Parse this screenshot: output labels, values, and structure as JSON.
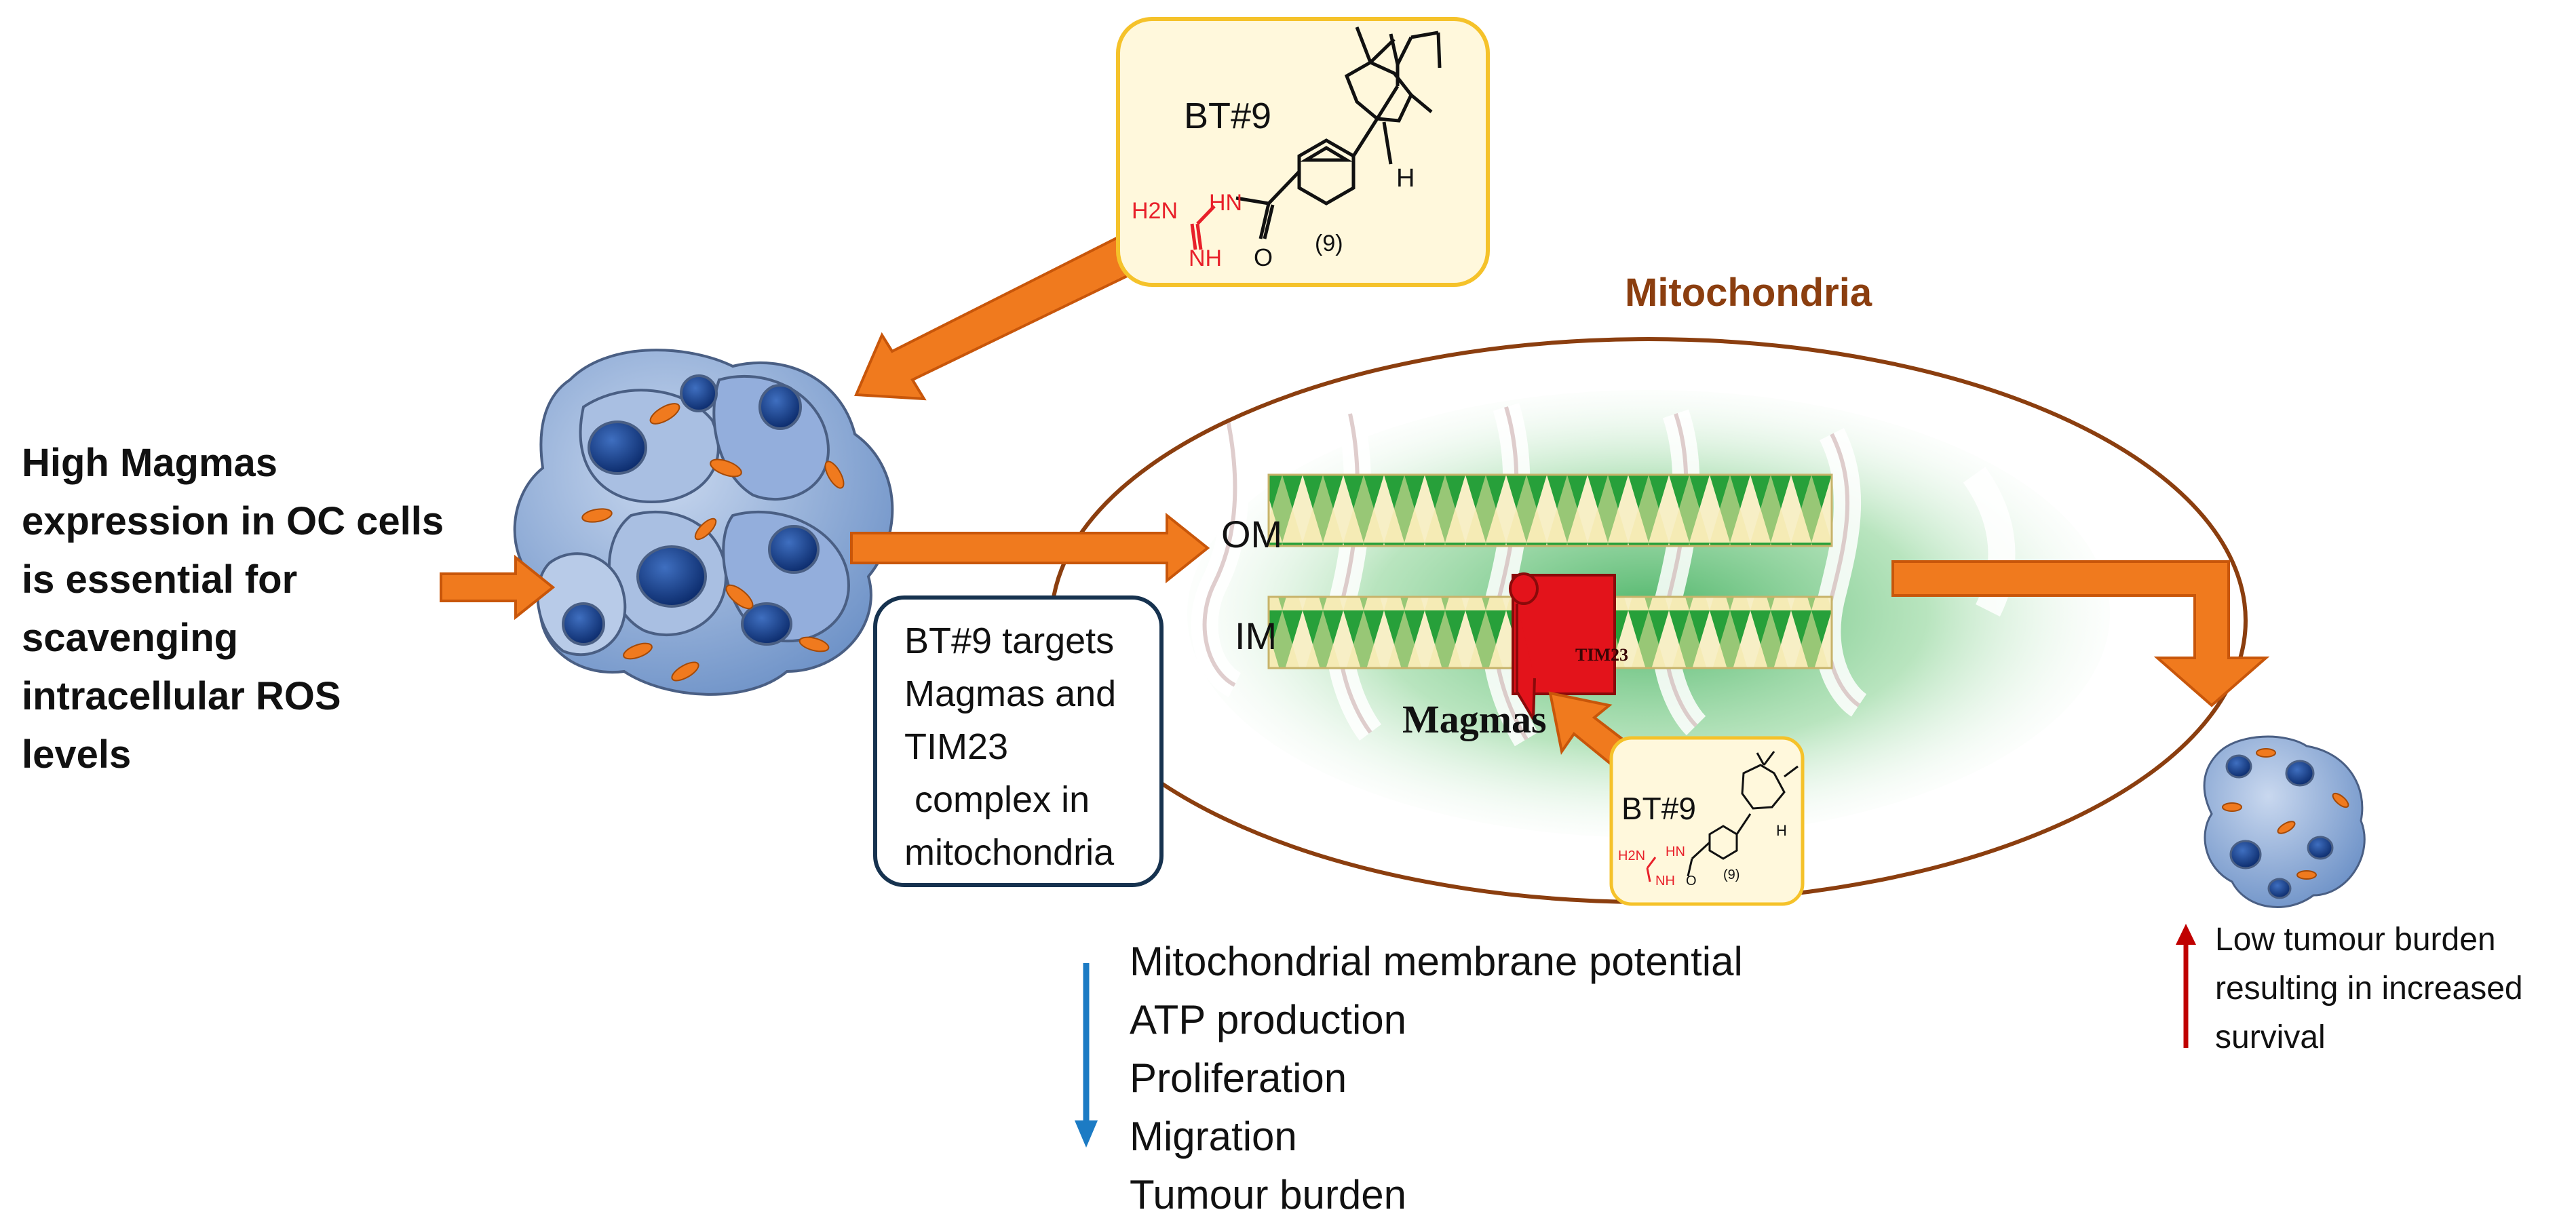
{
  "left_text": [
    "High Magmas",
    "expression in OC cells",
    "is essential for",
    "scavenging",
    "intracellular ROS",
    "levels"
  ],
  "drug_label": "BT#9",
  "compound_number": "(9)",
  "atom_labels": {
    "h2n": "H2N",
    "hn": "HN",
    "nh": "NH",
    "o": "O",
    "h": "H"
  },
  "mito_title": "Mitochondria",
  "membrane_labels": {
    "outer": "OM",
    "inner": "IM"
  },
  "tim23": "TIM23",
  "magmas": "Magmas",
  "target_box": [
    "BT#9 targets",
    "Magmas and",
    "TIM23",
    " complex in",
    "mitochondria"
  ],
  "down_effects": [
    "Mitochondrial membrane potential",
    "ATP production",
    "Proliferation",
    "Migration",
    "Tumour burden"
  ],
  "outcome_text": [
    "Low tumour burden",
    "resulting in increased",
    "survival"
  ],
  "colors": {
    "arrow_orange": "#F07A1E",
    "arrow_outline": "#C8560A",
    "mito_outline": "#8B3E0F",
    "mito_title": "#8B3E0F",
    "box_fill": "#FFF8DC",
    "box_border": "#F5C22A",
    "down_arrow": "#1C7BC4",
    "up_arrow": "#C00000",
    "amine_red": "#E8202A",
    "protein_red": "#E3131B",
    "cell_blue": "#5B86C8",
    "nucleus": "#1F4E9B",
    "target_box_border": "#16324f"
  }
}
